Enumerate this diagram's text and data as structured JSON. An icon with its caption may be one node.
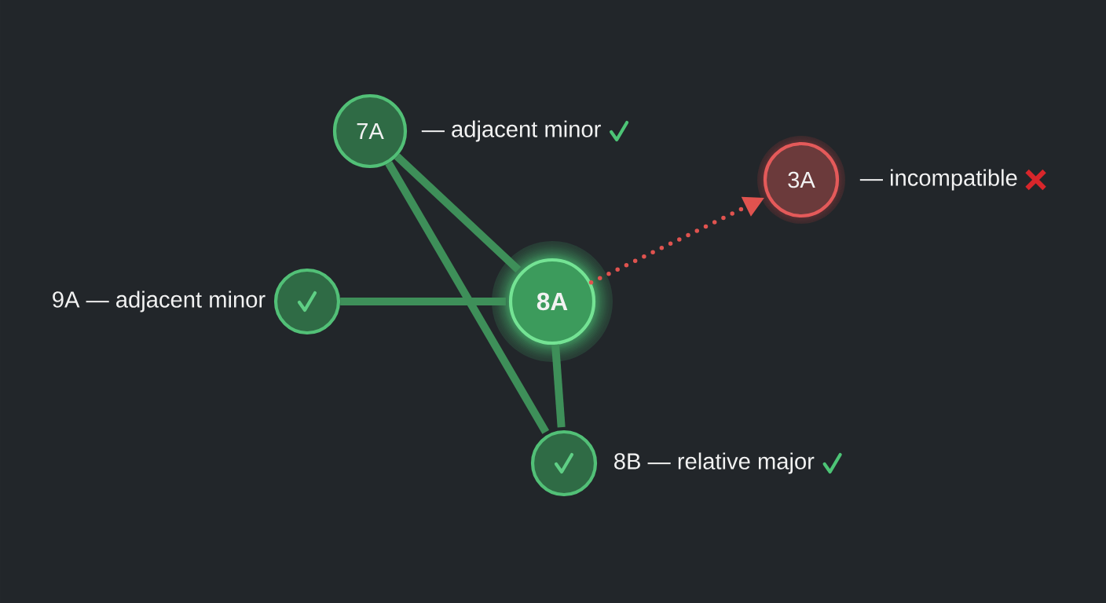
{
  "diagram": {
    "nodes": [
      {
        "text": [
          "7A"
        ],
        "beside": [
          "— adjacent minor"
        ]
      },
      {
        "text": [
          "3A"
        ],
        "beside": [
          "— incompatible"
        ]
      },
      {
        "text": [],
        "shape": "circle",
        "beside": [
          "9A — adjacent minor"
        ]
      },
      {
        "text": [
          "8A"
        ]
      },
      {
        "text": [],
        "shape": "circle",
        "beside": [
          "8B — relative major"
        ]
      }
    ],
    "edges": [
      {
        "from": 0,
        "to": 3,
        "arrow": "none"
      },
      {
        "from": 0,
        "to": 4,
        "arrow": "none"
      },
      {
        "from": 2,
        "to": 3,
        "arrow": "none"
      },
      {
        "from": 3,
        "to": 4,
        "arrow": "none"
      },
      {
        "from": 3,
        "to": 1,
        "arrow": "to",
        "style": "dashed",
        "color": "#e0534f"
      }
    ]
  }
}
